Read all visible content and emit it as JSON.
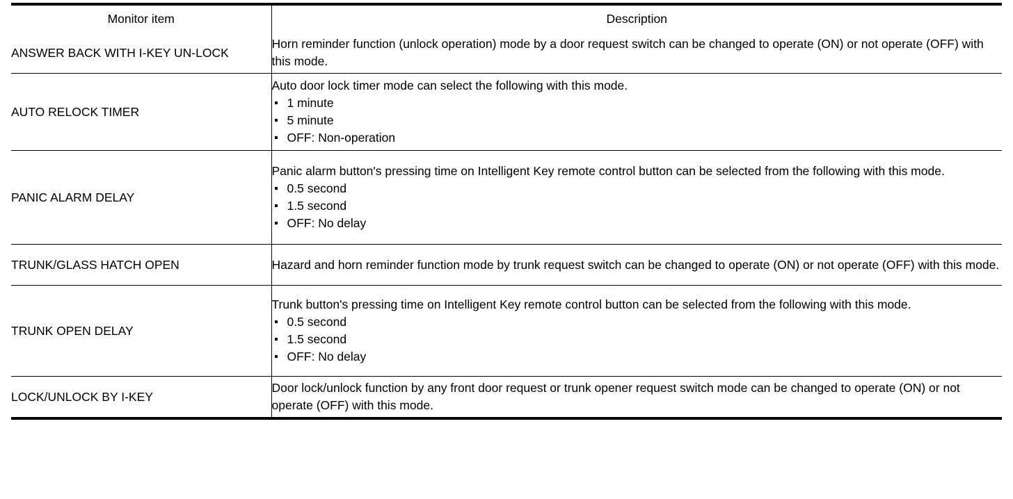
{
  "table": {
    "headers": {
      "item": "Monitor item",
      "description": "Description"
    },
    "rows": [
      {
        "item": "ANSWER BACK WITH I-KEY UN-LOCK",
        "lead": "Horn reminder function (unlock operation) mode by a door request switch can be changed to operate (ON) or not operate (OFF) with this mode.",
        "options": []
      },
      {
        "item": "AUTO RELOCK TIMER",
        "lead": "Auto door lock timer mode can select the following with this mode.",
        "options": [
          "1 minute",
          "5 minute",
          "OFF: Non-operation"
        ]
      },
      {
        "item": "PANIC ALARM DELAY",
        "lead": "Panic alarm button's pressing time on Intelligent Key remote control button can be selected from the following with this mode.",
        "options": [
          "0.5 second",
          "1.5 second",
          "OFF: No delay"
        ]
      },
      {
        "item": "TRUNK/GLASS HATCH OPEN",
        "lead": "Hazard and horn reminder function mode by trunk request switch can be changed to operate (ON) or not operate (OFF) with this mode.",
        "options": []
      },
      {
        "item": "TRUNK OPEN DELAY",
        "lead": "Trunk button's pressing time on Intelligent Key remote control button can be selected from the following with this mode.",
        "options": [
          "0.5 second",
          "1.5 second",
          "OFF: No delay"
        ]
      },
      {
        "item": "LOCK/UNLOCK BY I-KEY",
        "lead": "Door lock/unlock function by any front door request or trunk opener request switch mode can be changed to operate (ON) or not operate (OFF) with this mode.",
        "options": []
      }
    ]
  },
  "colors": {
    "text": "#000000",
    "background": "#ffffff",
    "rule": "#000000"
  }
}
